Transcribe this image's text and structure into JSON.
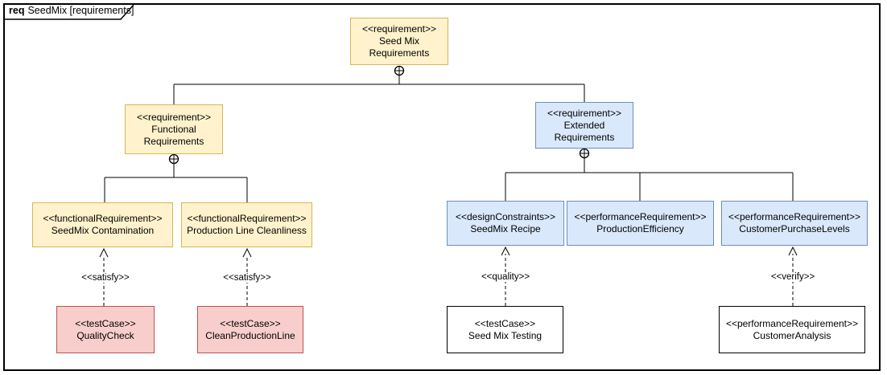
{
  "frame": {
    "keyword": "req",
    "title": "SeedMix [requirements]"
  },
  "nodes": {
    "seed_mix_requirements": {
      "stereotype": "<<requirement>>",
      "name": "Seed Mix\nRequirements"
    },
    "functional_requirements": {
      "stereotype": "<<requirement>>",
      "name": "Functional\nRequirements"
    },
    "extended_requirements": {
      "stereotype": "<<requirement>>",
      "name": "Extended\nRequirements"
    },
    "seedmix_contamination": {
      "stereotype": "<<functionalRequirement>>",
      "name": "SeedMix Contamination"
    },
    "production_line_cleanliness": {
      "stereotype": "<<functionalRequirement>>",
      "name": "Production Line Cleanliness"
    },
    "seedmix_recipe": {
      "stereotype": "<<designConstraints>>",
      "name": "SeedMix Recipe"
    },
    "production_efficiency": {
      "stereotype": "<<performanceRequirement>>",
      "name": "ProductionEfficiency"
    },
    "customer_purchase_levels": {
      "stereotype": "<<performanceRequirement>>",
      "name": "CustomerPurchaseLevels"
    },
    "quality_check": {
      "stereotype": "<<testCase>>",
      "name": "QualityCheck"
    },
    "clean_production_line": {
      "stereotype": "<<testCase>>",
      "name": "CleanProductionLine"
    },
    "seed_mix_testing": {
      "stereotype": "<<testCase>>",
      "name": "Seed Mix Testing"
    },
    "customer_analysis": {
      "stereotype": "<<performanceRequirement>>",
      "name": "CustomerAnalysis"
    }
  },
  "edges": {
    "satisfy_quality_check": "<<satisfy>>",
    "satisfy_clean_production_line": "<<satisfy>>",
    "quality_seed_mix_testing": "<<quality>>",
    "verify_customer_analysis": "<<verify>>"
  },
  "icons": {
    "containment": "circle-plus-icon"
  },
  "colors": {
    "requirement_yellow_fill": "#FFF2CC",
    "requirement_yellow_border": "#D6B656",
    "requirement_blue_fill": "#DAE8FC",
    "requirement_blue_border": "#6C8EBF",
    "testcase_pink_fill": "#F8CECC",
    "testcase_pink_border": "#B85450",
    "plain_fill": "#FFFFFF",
    "line_color": "#000000"
  }
}
